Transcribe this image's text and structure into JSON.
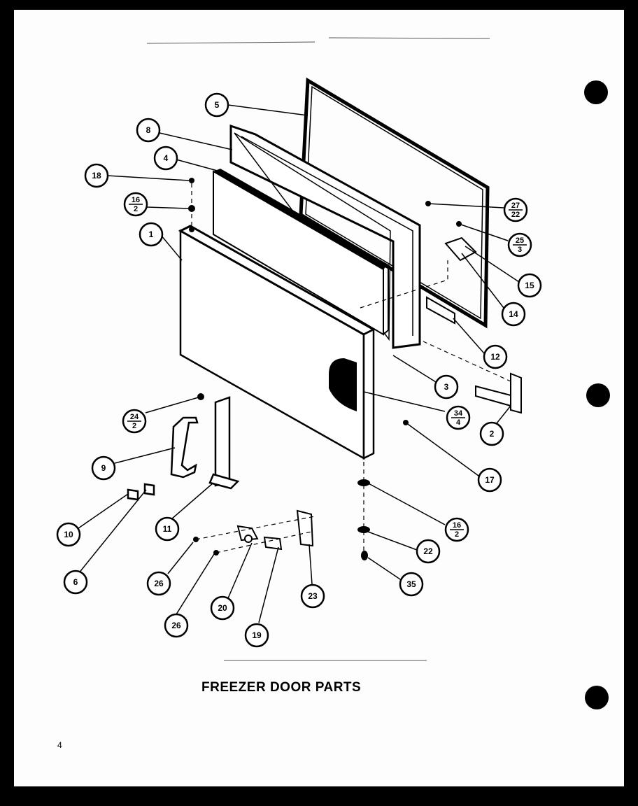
{
  "diagram": {
    "title": "FREEZER DOOR PARTS",
    "page_number": "4",
    "callouts": [
      {
        "id": "c1",
        "label": "1"
      },
      {
        "id": "c2",
        "label": "2"
      },
      {
        "id": "c3",
        "label": "3"
      },
      {
        "id": "c4",
        "label": "4"
      },
      {
        "id": "c5",
        "label": "5"
      },
      {
        "id": "c6",
        "label": "6"
      },
      {
        "id": "c8",
        "label": "8"
      },
      {
        "id": "c9",
        "label": "9"
      },
      {
        "id": "c10",
        "label": "10"
      },
      {
        "id": "c11",
        "label": "11"
      },
      {
        "id": "c12",
        "label": "12"
      },
      {
        "id": "c14",
        "label": "14"
      },
      {
        "id": "c15",
        "label": "15"
      },
      {
        "id": "c16a",
        "label": "16",
        "sub": "2"
      },
      {
        "id": "c16b",
        "label": "16",
        "sub": "2"
      },
      {
        "id": "c17",
        "label": "17"
      },
      {
        "id": "c18",
        "label": "18"
      },
      {
        "id": "c19",
        "label": "19"
      },
      {
        "id": "c20",
        "label": "20"
      },
      {
        "id": "c22",
        "label": "22"
      },
      {
        "id": "c23",
        "label": "23"
      },
      {
        "id": "c24",
        "label": "24",
        "sub": "2"
      },
      {
        "id": "c25",
        "label": "25",
        "sub": "3"
      },
      {
        "id": "c26a",
        "label": "26"
      },
      {
        "id": "c26b",
        "label": "26"
      },
      {
        "id": "c27",
        "label": "27",
        "sub": "22"
      },
      {
        "id": "c34",
        "label": "34",
        "sub": "4"
      },
      {
        "id": "c35",
        "label": "35"
      }
    ]
  }
}
